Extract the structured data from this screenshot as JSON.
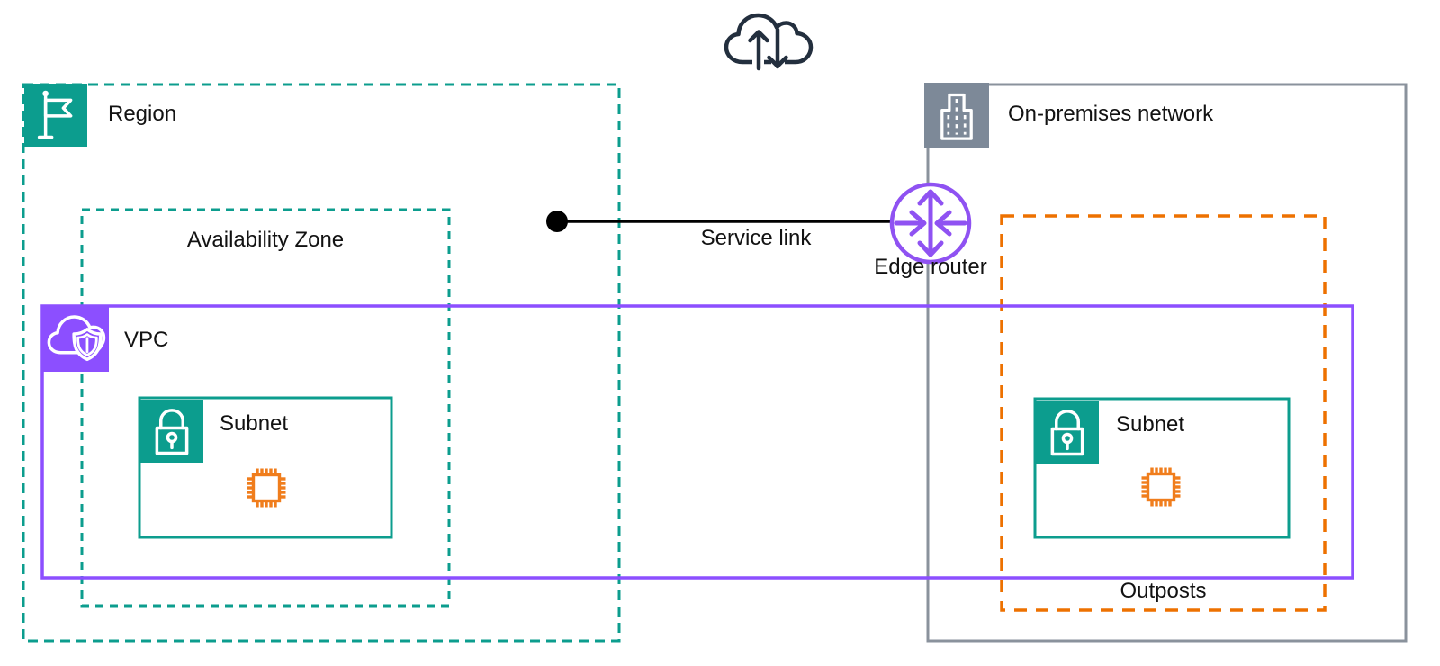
{
  "palette": {
    "teal": "#0C9D8E",
    "purple": "#8C4FFF",
    "router_purple": "#8F52F2",
    "orange": "#ED7100",
    "chip_orange": "#F07D1C",
    "gray_icon": "#7D8998",
    "gray_border": "#8A929C",
    "dark_navy": "#232F3E",
    "black": "#000000"
  },
  "groups": {
    "region": {
      "label": "Region",
      "icon": "flag-icon",
      "border_style": "dashed-teal"
    },
    "availability_zone": {
      "label": "Availability Zone",
      "border_style": "dashed-teal"
    },
    "vpc": {
      "label": "VPC",
      "icon": "cloud-shield-icon",
      "border_style": "solid-purple"
    },
    "on_premises_network": {
      "label": "On-premises network",
      "icon": "building-icon",
      "border_style": "solid-gray"
    },
    "outposts": {
      "label": "Outposts",
      "border_style": "dashed-orange"
    }
  },
  "nodes": {
    "vpc_subnet": {
      "label": "Subnet",
      "icon": "lock-icon",
      "content_icon": "instance-chip-icon"
    },
    "outposts_subnet": {
      "label": "Subnet",
      "icon": "lock-icon",
      "content_icon": "instance-chip-icon"
    },
    "edge_router": {
      "label": "Edge router",
      "icon": "router-icon"
    },
    "internet_cloud": {
      "icon": "cloud-transfer-icon"
    }
  },
  "connections": {
    "service_link": {
      "label": "Service link"
    }
  }
}
